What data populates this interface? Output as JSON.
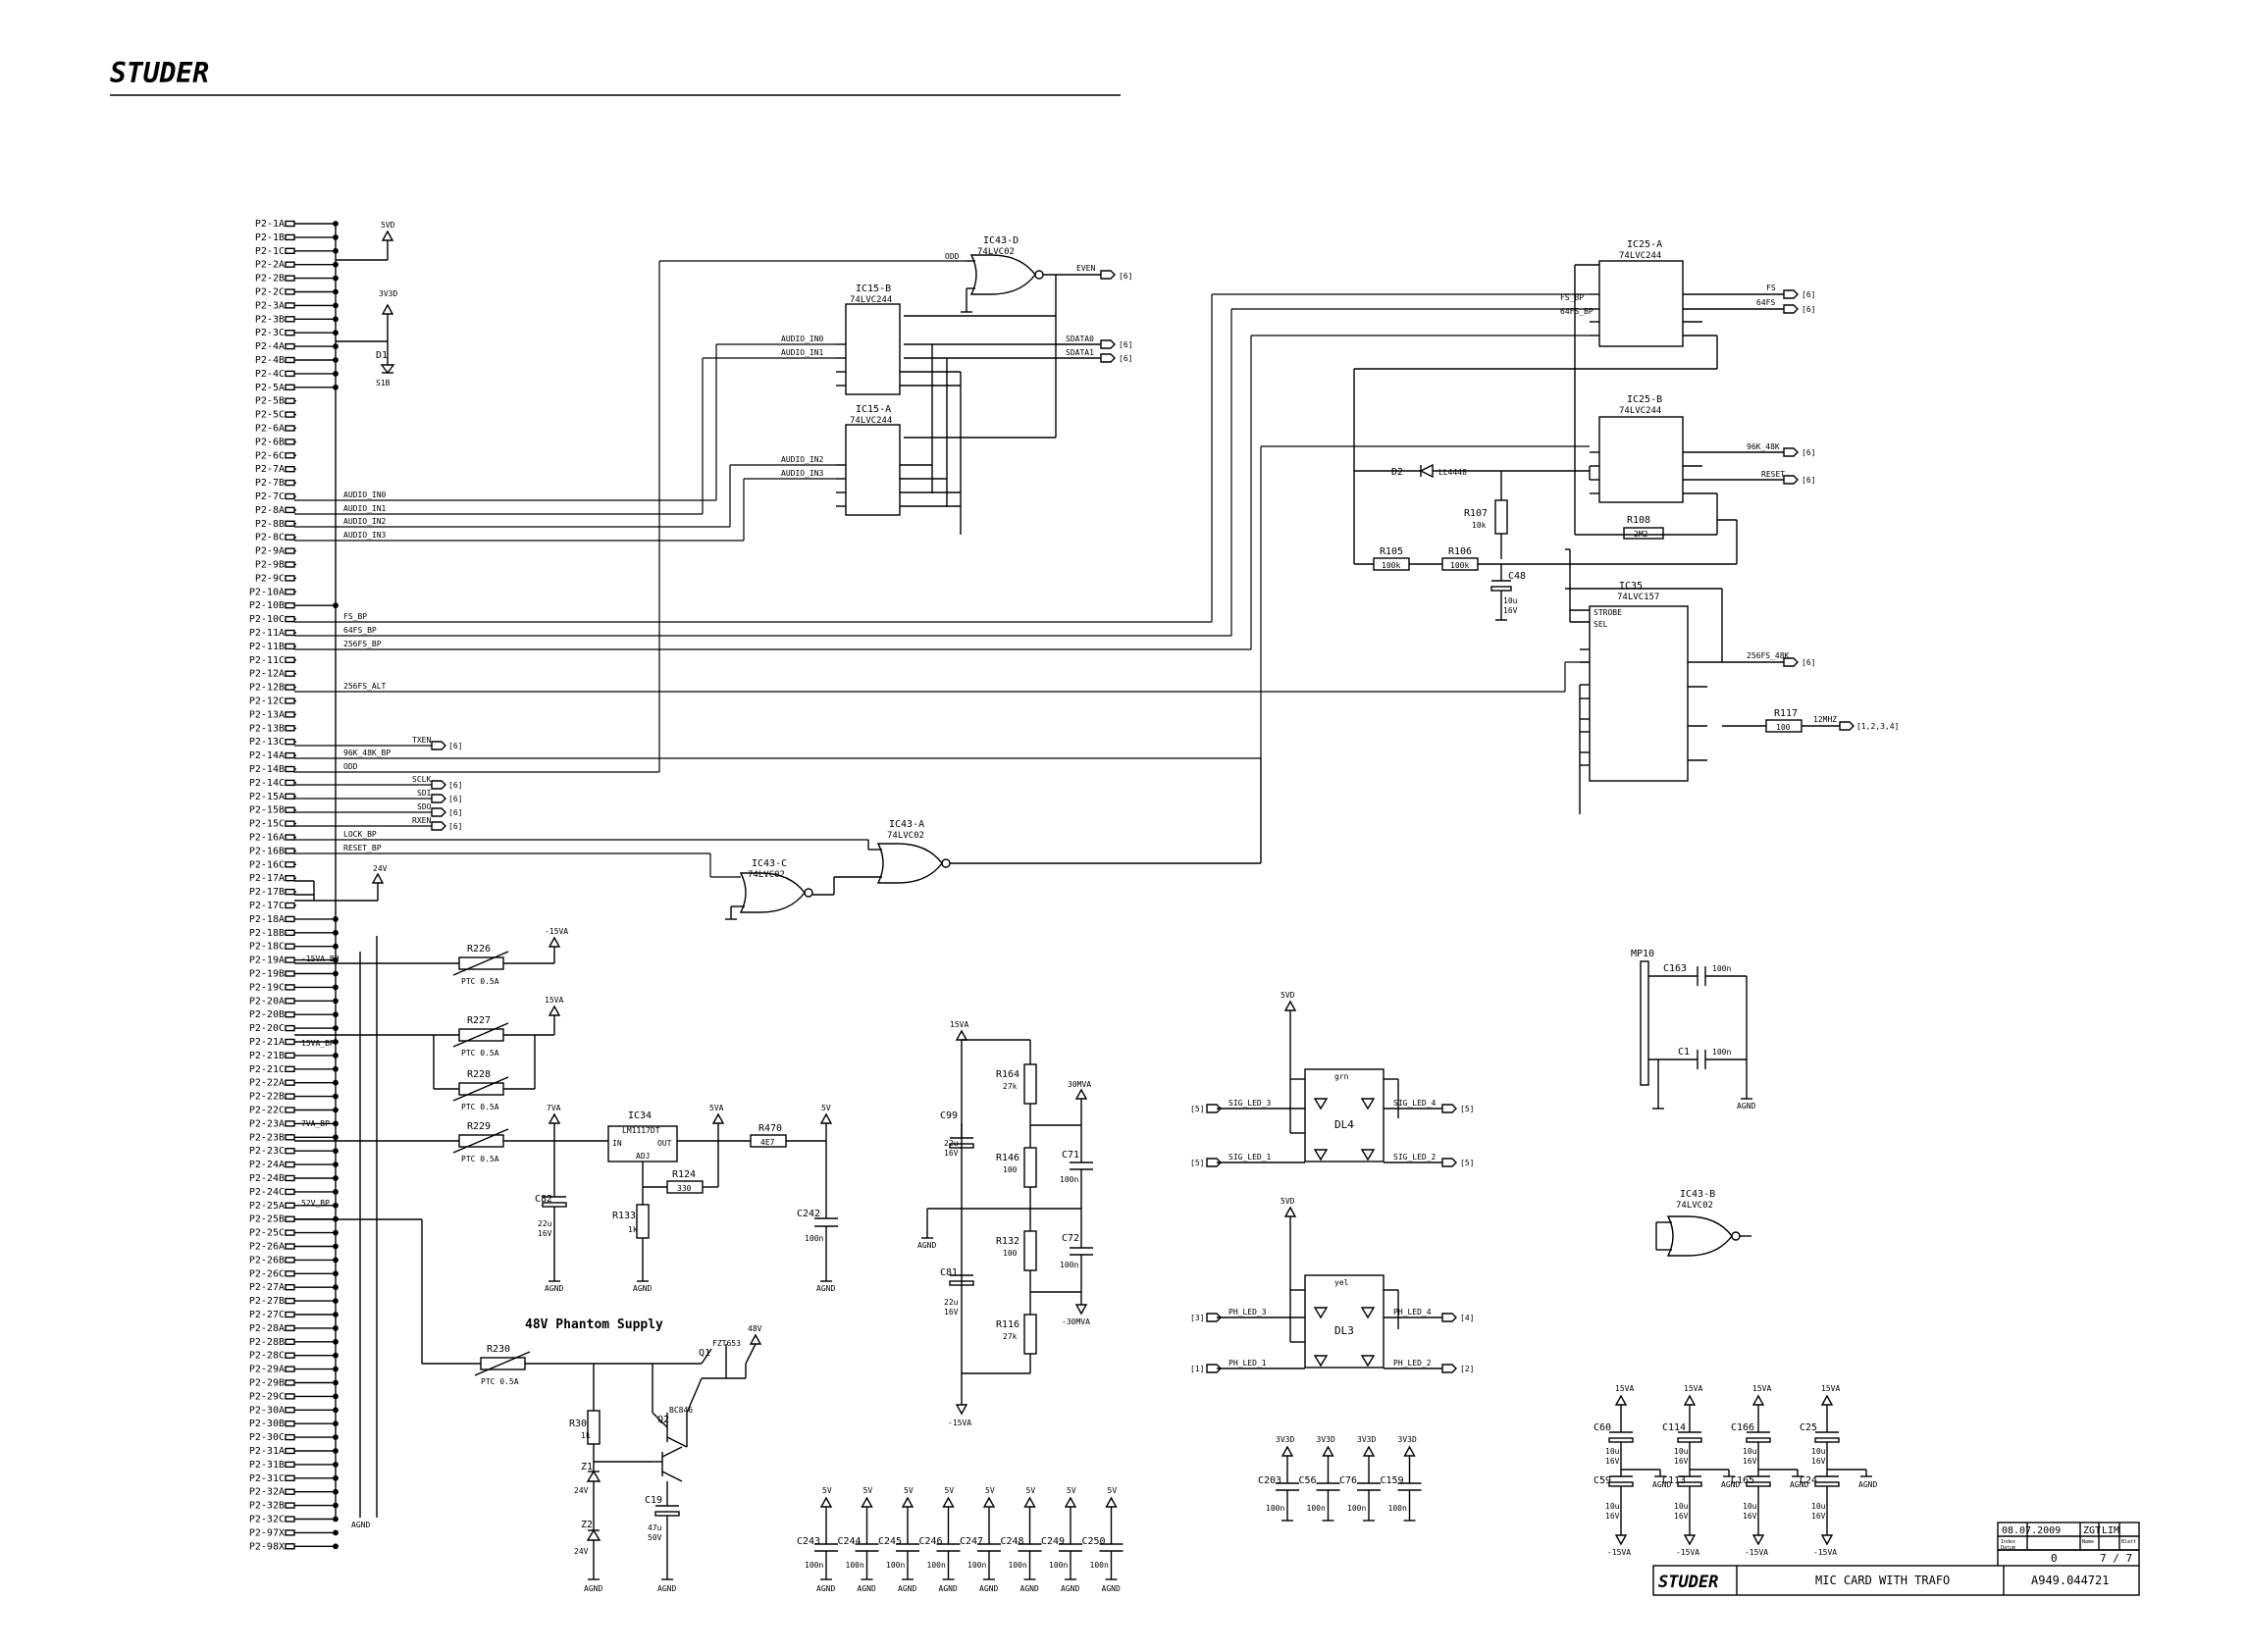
{
  "brand": "STUDER",
  "connector_pins": [
    "P2-1A",
    "P2-1B",
    "P2-1C",
    "P2-2A",
    "P2-2B",
    "P2-2C",
    "P2-3A",
    "P2-3B",
    "P2-3C",
    "P2-4A",
    "P2-4B",
    "P2-4C",
    "P2-5A",
    "P2-5B",
    "P2-5C",
    "P2-6A",
    "P2-6B",
    "P2-6C",
    "P2-7A",
    "P2-7B",
    "P2-7C",
    "P2-8A",
    "P2-8B",
    "P2-8C",
    "P2-9A",
    "P2-9B",
    "P2-9C",
    "P2-10A",
    "P2-10B",
    "P2-10C",
    "P2-11A",
    "P2-11B",
    "P2-11C",
    "P2-12A",
    "P2-12B",
    "P2-12C",
    "P2-13A",
    "P2-13B",
    "P2-13C",
    "P2-14A",
    "P2-14B",
    "P2-14C",
    "P2-15A",
    "P2-15B",
    "P2-15C",
    "P2-16A",
    "P2-16B",
    "P2-16C",
    "P2-17A",
    "P2-17B",
    "P2-17C",
    "P2-18A",
    "P2-18B",
    "P2-18C",
    "P2-19A",
    "P2-19B",
    "P2-19C",
    "P2-20A",
    "P2-20B",
    "P2-20C",
    "P2-21A",
    "P2-21B",
    "P2-21C",
    "P2-22A",
    "P2-22B",
    "P2-22C",
    "P2-23A",
    "P2-23B",
    "P2-23C",
    "P2-24A",
    "P2-24B",
    "P2-24C",
    "P2-25A",
    "P2-25B",
    "P2-25C",
    "P2-26A",
    "P2-26B",
    "P2-26C",
    "P2-27A",
    "P2-27B",
    "P2-27C",
    "P2-28A",
    "P2-28B",
    "P2-28C",
    "P2-29A",
    "P2-29B",
    "P2-29C",
    "P2-30A",
    "P2-30B",
    "P2-30C",
    "P2-31A",
    "P2-31B",
    "P2-31C",
    "P2-32A",
    "P2-32B",
    "P2-32C",
    "P2-97X",
    "P2-98X"
  ],
  "rails": {
    "v5": "5VD",
    "v33": "3V3D",
    "v24": "24V",
    "agnd": "AGND",
    "m15": "-15VA",
    "p15": "15VA",
    "p15b": "15VA",
    "v7": "7VA",
    "v5a": "5VA",
    "v5b": "5V",
    "p30": "30MVA",
    "m30": "-30MVA",
    "v48": "48V"
  },
  "bus_signals": {
    "ain0": "AUDIO_IN0",
    "ain1": "AUDIO_IN1",
    "ain2": "AUDIO_IN2",
    "ain3": "AUDIO_IN3",
    "fs": "FS_BP",
    "fs64": "64FS_BP",
    "fs256": "256FS_BP",
    "fs256alt": "256FS_ALT",
    "k96": "96K_48K_BP",
    "odd": "ODD",
    "txen": "TXEN",
    "sclk": "SCLK",
    "sdi": "SDI",
    "sdo": "SDO",
    "rxen": "RXEN",
    "lock": "LOCK_BP",
    "reset": "RESET_BP",
    "r15": "-15VA_BP",
    "p15": "15VA_BP",
    "v7": "7VA_BP",
    "v52": "52V_BP"
  },
  "ics": {
    "ic43d": {
      "ref": "IC43-D",
      "part": "74LVC02"
    },
    "ic15b": {
      "ref": "IC15-B",
      "part": "74LVC244"
    },
    "ic15a": {
      "ref": "IC15-A",
      "part": "74LVC244"
    },
    "ic25a": {
      "ref": "IC25-A",
      "part": "74LVC244"
    },
    "ic25b": {
      "ref": "IC25-B",
      "part": "74LVC244"
    },
    "ic35": {
      "ref": "IC35",
      "part": "74LVC157",
      "strobe": "STROBE",
      "sel": "SEL"
    },
    "ic43a": {
      "ref": "IC43-A",
      "part": "74LVC02"
    },
    "ic43c": {
      "ref": "IC43-C",
      "part": "74LVC02"
    },
    "ic43b": {
      "ref": "IC43-B",
      "part": "74LVC02"
    },
    "ic34": {
      "ref": "IC34",
      "part": "LM1117DT",
      "in": "IN",
      "out": "OUT",
      "adj": "ADJ"
    }
  },
  "nets": {
    "even": "EVEN",
    "sdata0": "SDATA0",
    "sdata1": "SDATA1",
    "fs": "FS",
    "fs64": "64FS",
    "k96": "96K_48K",
    "reset": "RESET",
    "fs256": "256FS_48K",
    "mhz": "12MHZ",
    "ref6": "[6]",
    "ref1234": "[1,2,3,4]",
    "odd": "ODD"
  },
  "parts": {
    "d1": {
      "ref": "D1",
      "val": "S1B"
    },
    "d2": {
      "ref": "D2",
      "val": "LL4448"
    },
    "r107": {
      "ref": "R107",
      "val": "10k"
    },
    "r108": {
      "ref": "R108",
      "val": "2M2"
    },
    "r105": {
      "ref": "R105",
      "val": "100k"
    },
    "r106": {
      "ref": "R106",
      "val": "100k"
    },
    "c48": {
      "ref": "C48",
      "val": "10u",
      "v": "16V"
    },
    "r117": {
      "ref": "R117",
      "val": "100"
    },
    "r226": {
      "ref": "R226",
      "val": "PTC 0.5A"
    },
    "r227": {
      "ref": "R227",
      "val": "PTC 0.5A"
    },
    "r228": {
      "ref": "R228",
      "val": "PTC 0.5A"
    },
    "r229": {
      "ref": "R229",
      "val": "PTC 0.5A"
    },
    "r230": {
      "ref": "R230",
      "val": "PTC 0.5A"
    },
    "r470": {
      "ref": "R470",
      "val": "4E7"
    },
    "r124": {
      "ref": "R124",
      "val": "330"
    },
    "r133": {
      "ref": "R133",
      "val": "1k"
    },
    "c82": {
      "ref": "C82",
      "val": "22u",
      "v": "16V"
    },
    "c242": {
      "ref": "C242",
      "val": "100n"
    },
    "c99": {
      "ref": "C99",
      "val": "22u",
      "v": "16V"
    },
    "c81": {
      "ref": "C81",
      "val": "22u",
      "v": "16V"
    },
    "r164": {
      "ref": "R164",
      "val": "27k"
    },
    "r146": {
      "ref": "R146",
      "val": "100"
    },
    "r132": {
      "ref": "R132",
      "val": "100"
    },
    "r116": {
      "ref": "R116",
      "val": "27k"
    },
    "c71": {
      "ref": "C71",
      "val": "100n"
    },
    "c72": {
      "ref": "C72",
      "val": "100n"
    },
    "r30": {
      "ref": "R30",
      "val": "1k"
    },
    "q1": {
      "ref": "Q1",
      "val": "FZT653"
    },
    "q2": {
      "ref": "Q2",
      "val": "BC846"
    },
    "z1": {
      "ref": "Z1",
      "val": "24V"
    },
    "z2": {
      "ref": "Z2",
      "val": "24V"
    },
    "c19": {
      "ref": "C19",
      "val": "47u",
      "v": "50V"
    },
    "dl4": {
      "ref": "DL4",
      "col": "grn"
    },
    "dl3": {
      "ref": "DL3",
      "col": "yel"
    },
    "mp10": {
      "ref": "MP10"
    },
    "c163": {
      "ref": "C163",
      "val": "100n"
    },
    "c1": {
      "ref": "C1",
      "val": "100n"
    }
  },
  "led_nets": {
    "sig3": "SIG_LED_3",
    "sig4": "SIG_LED_4",
    "sig1": "SIG_LED_1",
    "sig2": "SIG_LED_2",
    "ph3": "PH_LED_3",
    "ph4": "PH_LED_4",
    "ph1": "PH_LED_1",
    "ph2": "PH_LED_2",
    "r5": "[5]",
    "r3": "[3]",
    "r4": "[4]",
    "r1": "[1]",
    "r2": "[2]"
  },
  "section_title": "48V Phantom Supply",
  "decoupling_5v": {
    "rail": "5V",
    "value": "100n",
    "gnd": "AGND",
    "refs": [
      "C243",
      "C244",
      "C245",
      "C246",
      "C247",
      "C248",
      "C249",
      "C250"
    ]
  },
  "decoupling_3v3": {
    "rail": "3V3D",
    "value": "100n",
    "refs": [
      "C203",
      "C56",
      "C76",
      "C159"
    ]
  },
  "decoupling_bottom": {
    "top": [
      "C60",
      "C114",
      "C166",
      "C25"
    ],
    "bottom": [
      "C59",
      "C113",
      "C165",
      "C24"
    ],
    "val": "10u",
    "v": "16V",
    "p": "15VA",
    "m": "-15VA",
    "gnd": "AGND"
  },
  "title_block": {
    "date": "08.07.2009",
    "initials1": "ZGT",
    "initials2": "LIM",
    "label_index": "Index",
    "label_date": "Datum",
    "label_name": "Name",
    "label_sheet": "Blatt",
    "index_val": "0",
    "sheet": "7 / 7",
    "title": "MIC CARD WITH TRAFO",
    "drawing_no": "A949.044721"
  }
}
